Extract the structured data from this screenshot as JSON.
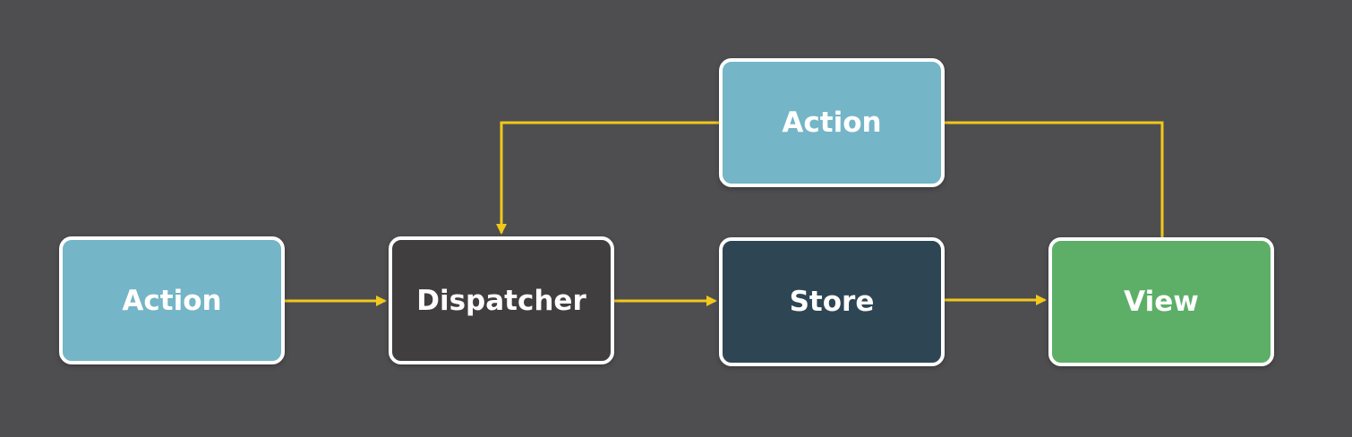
{
  "colors": {
    "background": "#4e4e50",
    "arrow": "#f2c81b",
    "border": "#ffffff",
    "action": "#74b5c7",
    "dispatcher": "#403e3f",
    "store": "#2e4654",
    "view": "#5daf67"
  },
  "nodes": {
    "action_left": {
      "label": "Action"
    },
    "dispatcher": {
      "label": "Dispatcher"
    },
    "store": {
      "label": "Store"
    },
    "view": {
      "label": "View"
    },
    "action_top": {
      "label": "Action"
    }
  }
}
